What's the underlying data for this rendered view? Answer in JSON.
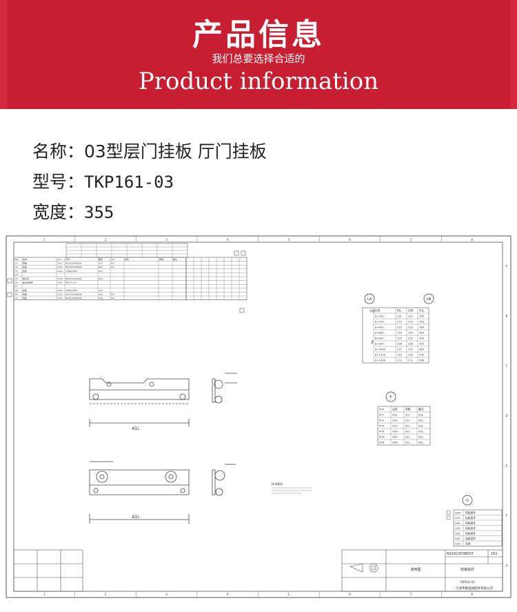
{
  "banner": {
    "title": "产品信息",
    "subtitle": "我们总要选择合适的",
    "english": "Product information"
  },
  "info": {
    "name_label": "名称：",
    "name_value": "03型层门挂板 厅门挂板",
    "model_label": "型号：",
    "model_value": "TKP161-03",
    "width_label": "宽度：",
    "width_value": "355"
  },
  "drawing": {
    "top_ruler": [
      "1",
      "2",
      "3",
      "4",
      "5",
      "6",
      "7",
      "8"
    ],
    "side_ruler": [
      "A",
      "B",
      "C",
      "D",
      "E",
      "F",
      "G"
    ],
    "bom_header": [
      "POS",
      "名称",
      "QTY",
      "代号",
      "图号",
      "L/R",
      "材料",
      "重量",
      "备注"
    ],
    "bom_rows": [
      [
        "-01",
        "挂板",
        "2XSC",
        "NS161003B008",
        "G01",
        "R/L"
      ],
      [
        "-02",
        "挂板",
        "2XSC",
        "NS161003B008",
        "G02",
        "R/L"
      ],
      [
        "-03",
        "挂板",
        "2XSC",
        "YA0B7C067",
        "G07",
        ""
      ],
      [
        "-04",
        "",
        "",
        "",
        "",
        ""
      ],
      [
        "-05",
        "偏心轮",
        "2XSC",
        "NS161003G060",
        "G07",
        ""
      ],
      [
        "-06",
        "偏心轮组件",
        "2XSC",
        "NS47A-2/1",
        "",
        ""
      ],
      [
        "-07",
        "",
        "",
        "",
        "",
        ""
      ],
      [
        "-08",
        "挂板",
        "2XSC",
        "YA0B7C067",
        "G07",
        ""
      ],
      [
        "-09",
        "挂板",
        "2XSC",
        "NS161003B008",
        "G05",
        "R/L"
      ],
      [
        "-10",
        "挂板",
        "2XSC",
        "NS161003B008",
        "G04",
        "R/L"
      ]
    ],
    "lb_table": {
      "header": [
        "L00",
        "R/L",
        "L00",
        "A1L"
      ],
      "rows": [
        [
          "JJ=700",
          "L01",
          "L01",
          "330"
        ],
        [
          "JJ=750",
          "L02",
          "L02",
          "355"
        ],
        [
          "JJ=800",
          "L03",
          "L03",
          "380"
        ],
        [
          "JJ=850",
          "L04",
          "L04",
          "405"
        ],
        [
          "JJ=900",
          "L05",
          "L05",
          "430"
        ],
        [
          "JJ=950",
          "L06",
          "L06",
          "455"
        ],
        [
          "JJ=1000",
          "L07",
          "L07",
          "480"
        ],
        [
          "JJ=1100",
          "L09",
          "L09",
          "530"
        ],
        [
          "JJ=1200",
          "L11",
          "L11",
          "580"
        ]
      ],
      "group_label": "JJ",
      "header_left": "分组"
    },
    "p_table": {
      "header": [
        "P00",
        "品类",
        "参数",
        "备注"
      ],
      "rows": [
        [
          "P01",
          "G01",
          "A1L",
          "A2L"
        ],
        [
          "P02",
          "G02",
          "A1L",
          "A2L"
        ],
        [
          "P03",
          "G03",
          "A1L",
          "A2L"
        ],
        [
          "P04",
          "G04",
          "A1L",
          "A2L"
        ],
        [
          "P05",
          "G05",
          "A1L",
          "A2L"
        ],
        [
          "P06",
          "G06",
          "A1L",
          "A2L"
        ]
      ]
    },
    "g_table": {
      "rows": [
        [
          "G06",
          "挂板组件"
        ],
        [
          "G05",
          "挂板组件"
        ],
        [
          "G04",
          "挂板组件"
        ],
        [
          "G03",
          "挂板组件"
        ],
        [
          "G02",
          "挂板组件"
        ],
        [
          "G01",
          "挂板组件"
        ],
        [
          "G00",
          "名称"
        ]
      ]
    },
    "balloons": {
      "la": "LA",
      "lb": "LB",
      "p": "P",
      "g": "G"
    },
    "dim_label_1": "A1L",
    "dim_label_2": "A1L",
    "note": "技术要求",
    "title_block": {
      "drawing_no": "NS161003B007",
      "sheet": "161",
      "product_name": "挂板组件",
      "part_code": "TKP161-03",
      "company": "宁波申菱电梯配件有限公司",
      "drafter": "通用图"
    }
  }
}
